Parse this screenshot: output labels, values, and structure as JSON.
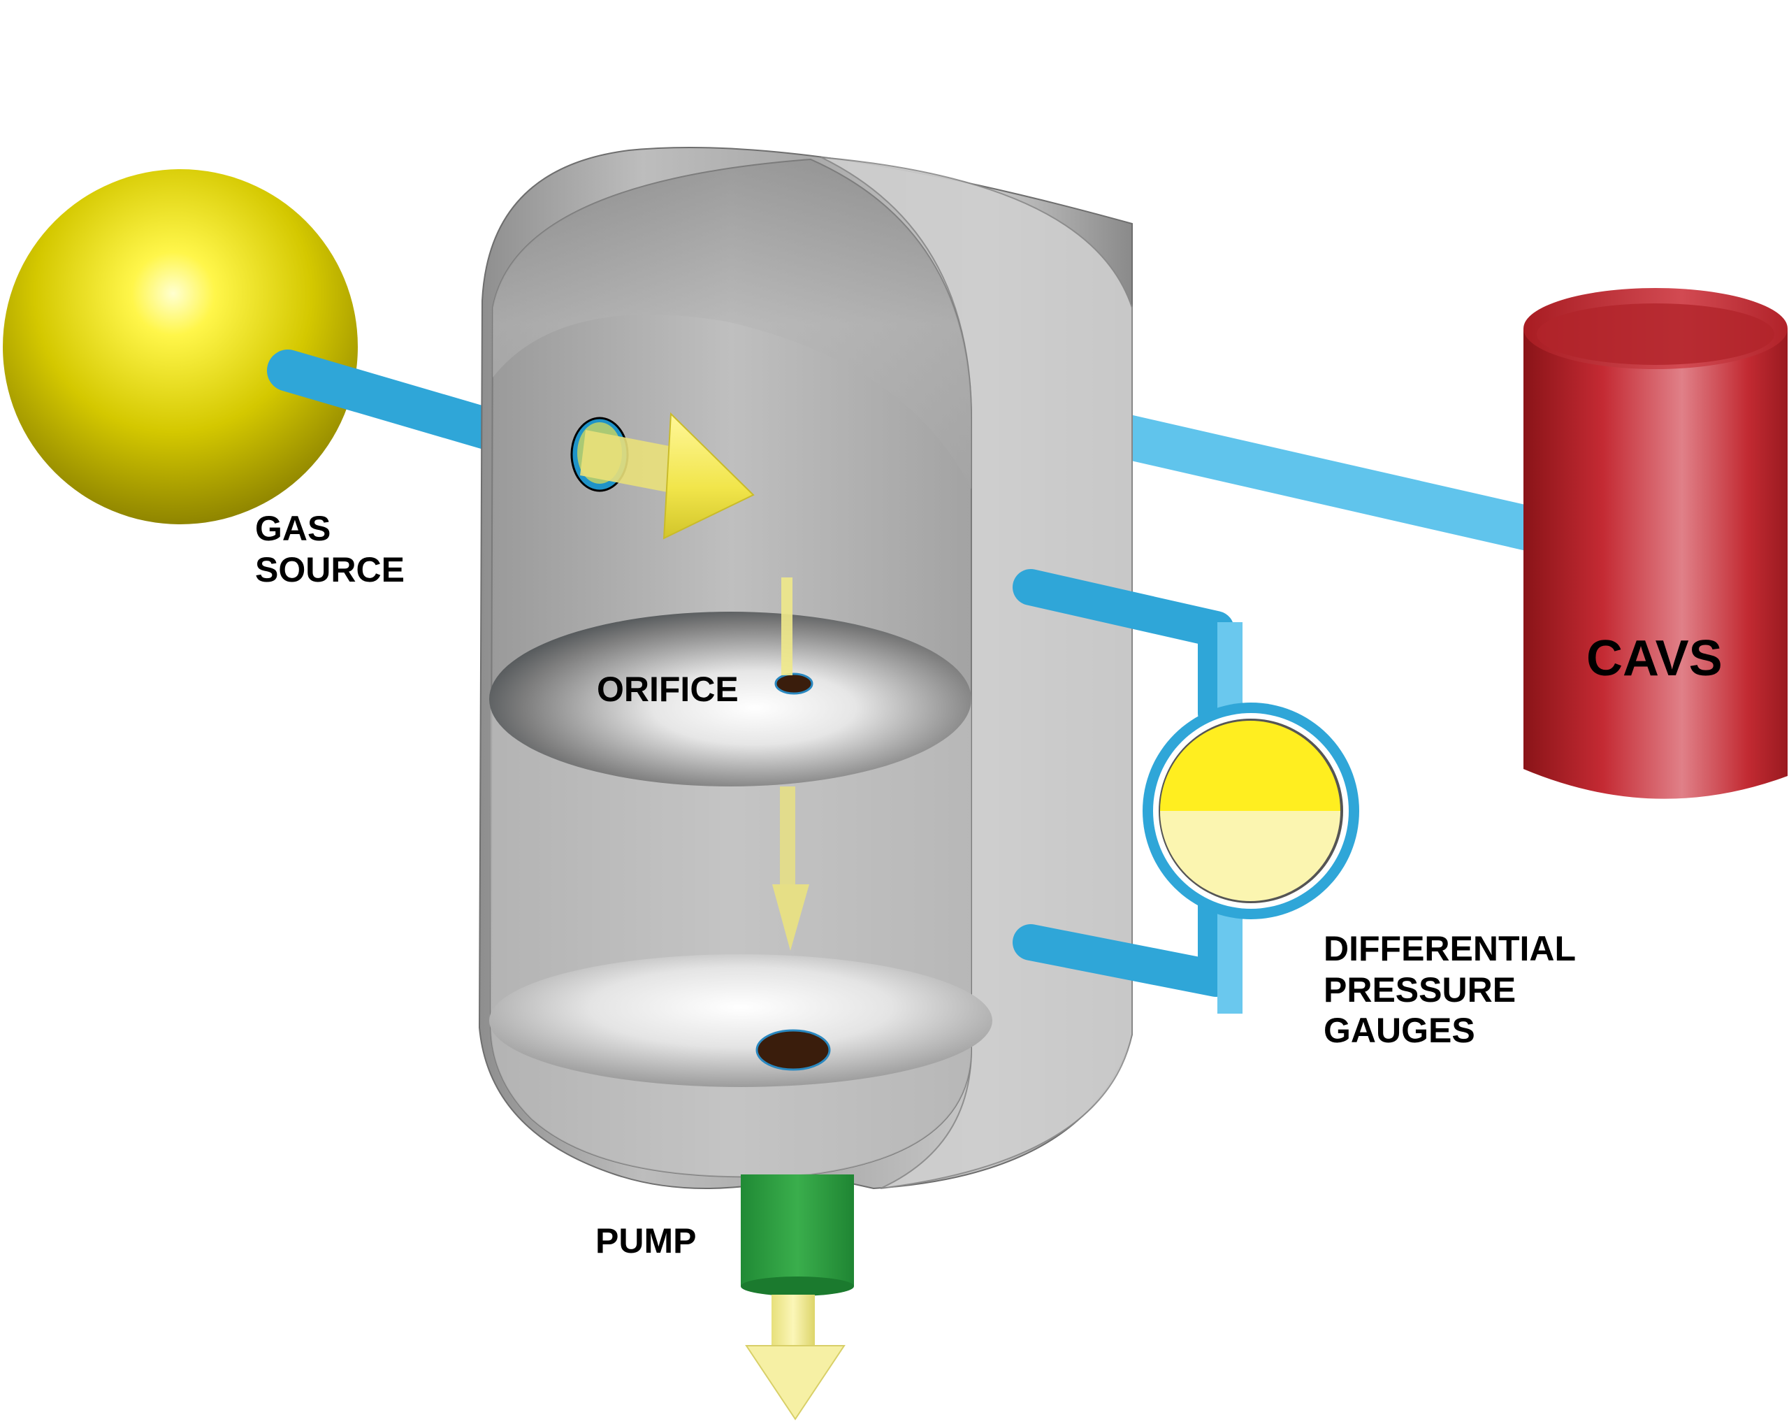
{
  "labels": {
    "gas_source": [
      "GAS",
      "SOURCE"
    ],
    "orifice": "ORIFICE",
    "cavs": "CAVS",
    "differential_pressure_gauges": [
      "DIFFERENTIAL",
      "PRESSURE",
      "GAUGES"
    ],
    "pump": "PUMP"
  },
  "colors": {
    "gas_source_sphere": "#d4c800",
    "pipe": "#2fa6d8",
    "vessel": "#b3b3b3",
    "cavs_cylinder": "#c8323c",
    "pump": "#2ea043",
    "gauge_top": "#ffee20",
    "gauge_bottom": "#fbf5b0",
    "flow_arrow": "#f3efa0"
  }
}
